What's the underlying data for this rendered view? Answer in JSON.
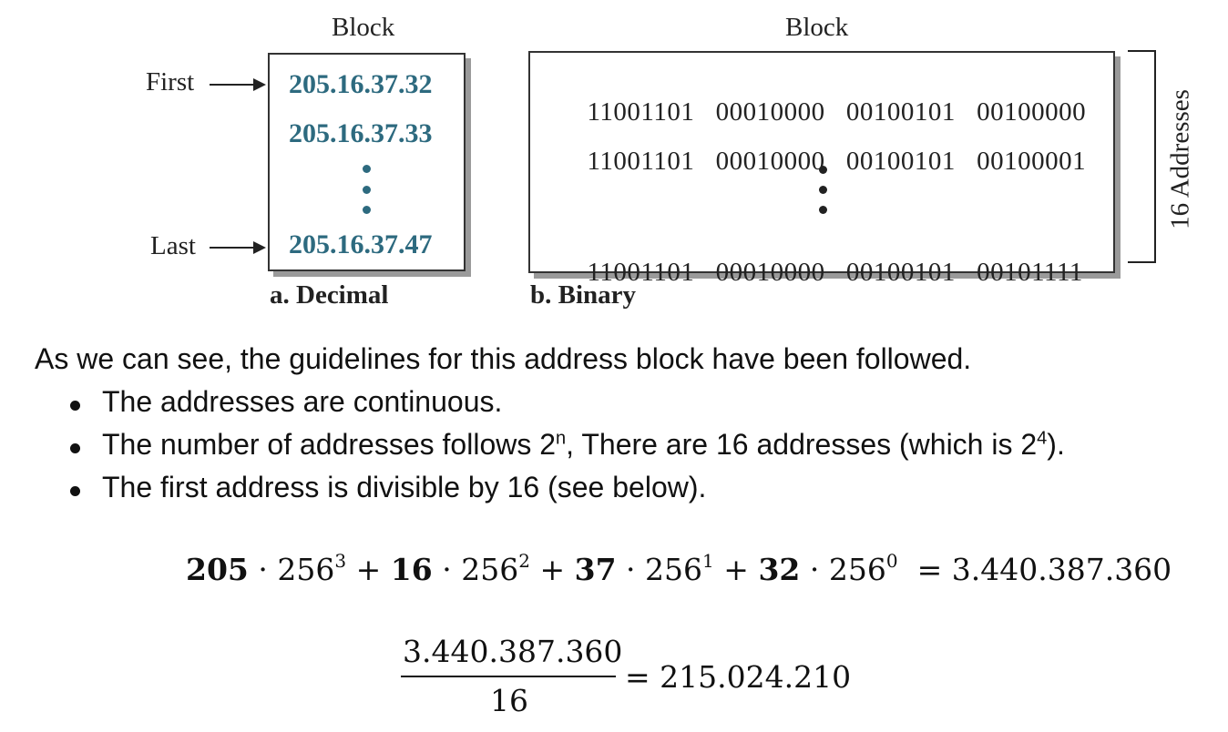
{
  "figure": {
    "decimal_block": {
      "title": "Block",
      "first_label": "First",
      "last_label": "Last",
      "addresses": [
        "205.16.37.32",
        "205.16.37.33",
        "205.16.37.47"
      ],
      "caption": "a. Decimal"
    },
    "binary_block": {
      "title": "Block",
      "rows": [
        [
          "11001101",
          "00010000",
          "00100101",
          "00100000"
        ],
        [
          "11001101",
          "00010000",
          "00100101",
          "00100001"
        ],
        [
          "11001101",
          "00010000",
          "00100101",
          "00101111"
        ]
      ],
      "caption": "b. Binary",
      "bracket_label": "16 Addresses"
    }
  },
  "text": {
    "intro": "As we can see, the guidelines for this address block have been followed.",
    "bullets": [
      {
        "before": "The addresses are continuous.",
        "sup1": "",
        "middle": "",
        "sup2": "",
        "after": ""
      },
      {
        "before": "The number of addresses follows 2",
        "sup1": "n",
        "middle": ", There are 16 addresses (which is 2",
        "sup2": "4",
        "after": ")."
      },
      {
        "before": "The first address is divisible by 16 (see below).",
        "sup1": "",
        "middle": "",
        "sup2": "",
        "after": ""
      }
    ]
  },
  "equations": {
    "sum": {
      "terms": [
        {
          "coef": "205",
          "base": "256",
          "exp": "3"
        },
        {
          "coef": "16",
          "base": "256",
          "exp": "2"
        },
        {
          "coef": "37",
          "base": "256",
          "exp": "1"
        },
        {
          "coef": "32",
          "base": "256",
          "exp": "0"
        }
      ],
      "dot": "·",
      "plus": "+",
      "equals": "=",
      "result": "3.440.387.360"
    },
    "division": {
      "numerator": "3.440.387.360",
      "denominator": "16",
      "equals": "=",
      "result": "215.024.210"
    }
  }
}
